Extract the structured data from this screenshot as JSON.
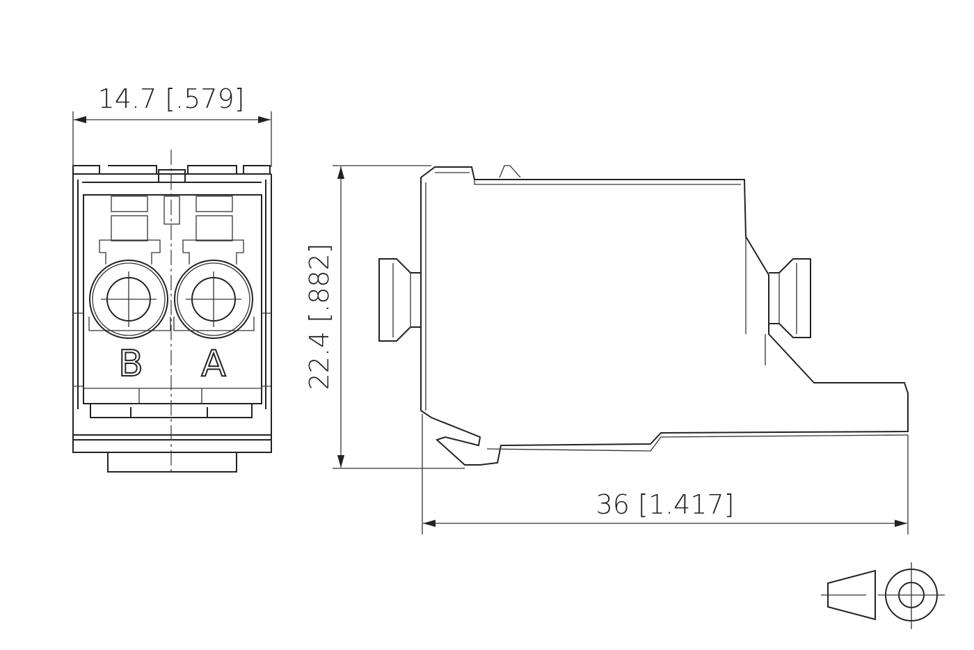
{
  "drawing": {
    "front_view": {
      "labels": {
        "left": "B",
        "right": "A"
      }
    },
    "dimensions": {
      "width": "14.7 [.579]",
      "height": "22.4 [.882]",
      "length": "36 [1.417]"
    }
  }
}
